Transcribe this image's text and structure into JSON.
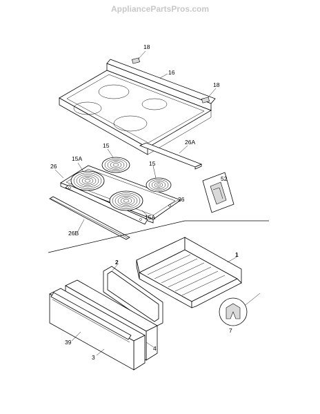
{
  "watermark": "AppliancePartsPros.com",
  "callouts": {
    "c18a": "18",
    "c16": "16",
    "c18b": "18",
    "c15a": "15",
    "c26a": "26A",
    "c26": "26",
    "c15A_top": "15A",
    "c15b": "15",
    "c52": "52",
    "c26b_right": "26",
    "c15A_bottom": "15A",
    "c26B": "26B",
    "c2": "2",
    "c1": "1",
    "c7": "7",
    "c39": "39",
    "c4": "4",
    "c3": "3"
  }
}
